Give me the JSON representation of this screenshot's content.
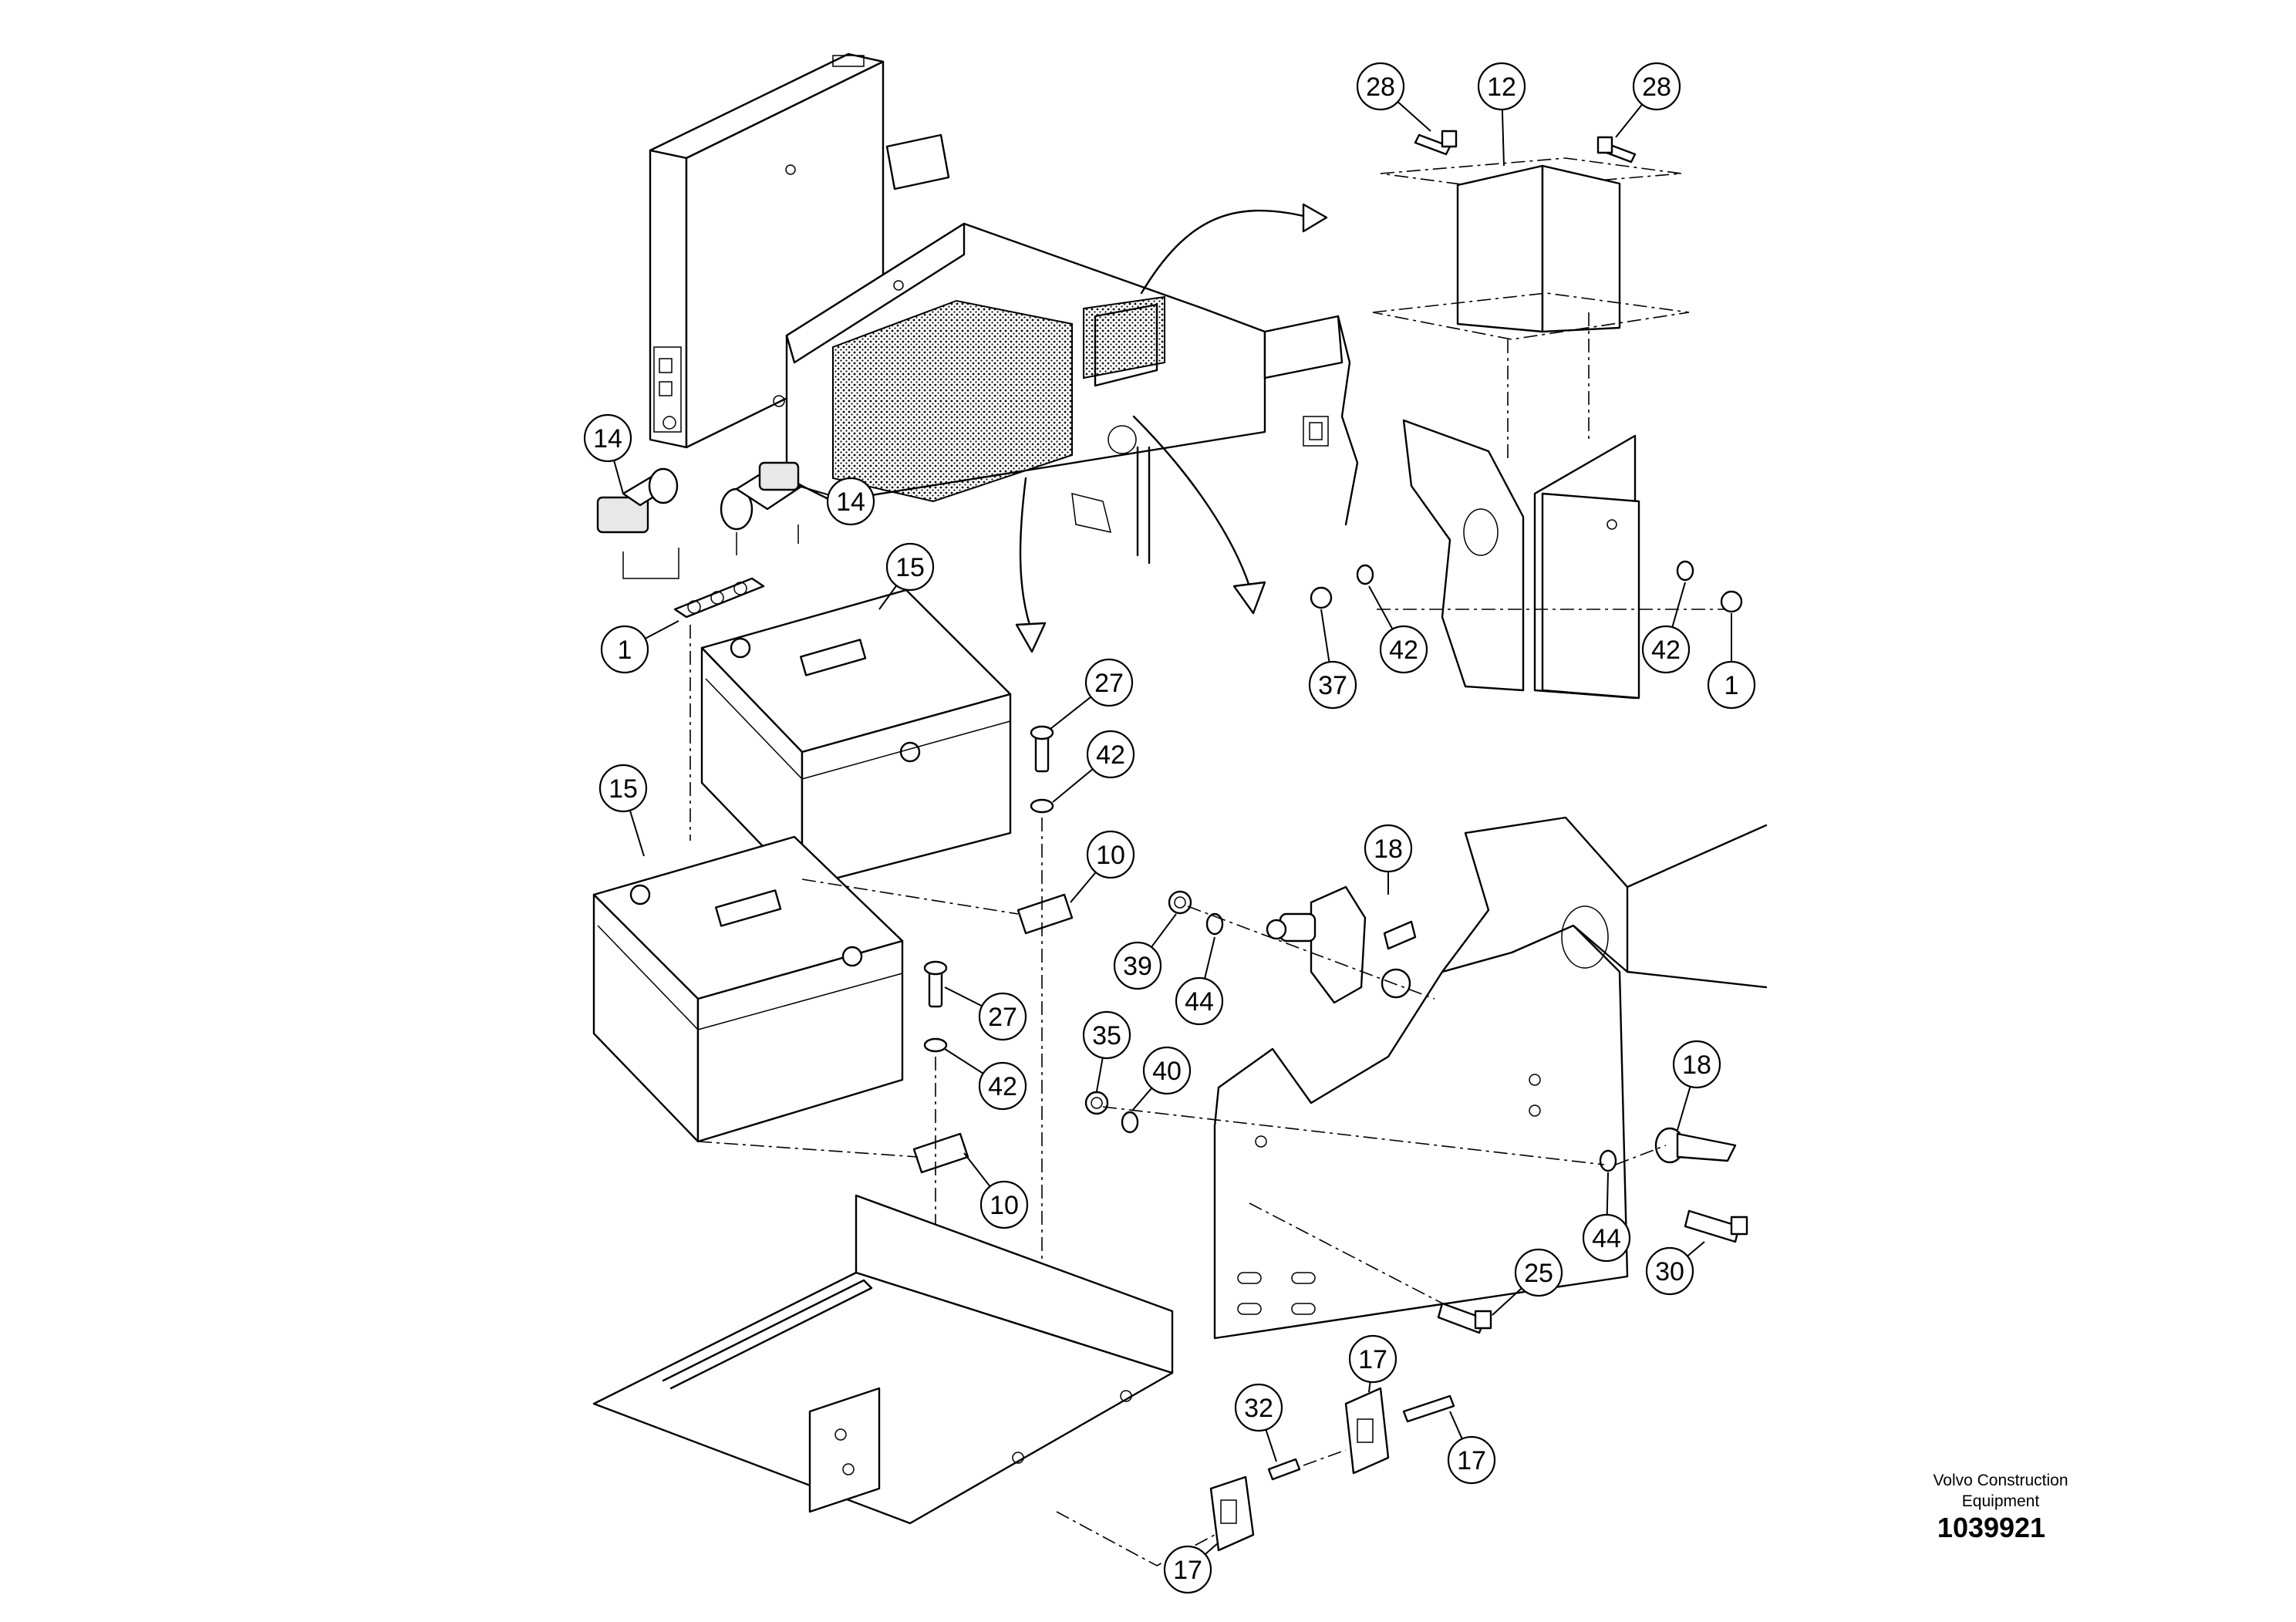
{
  "publisher": {
    "line1": "Volvo Construction",
    "line2": "Equipment"
  },
  "illustration_number": "1039921",
  "callouts": [
    {
      "id": "c28a",
      "label": "28"
    },
    {
      "id": "c12",
      "label": "12"
    },
    {
      "id": "c28b",
      "label": "28"
    },
    {
      "id": "c14a",
      "label": "14"
    },
    {
      "id": "c14b",
      "label": "14"
    },
    {
      "id": "c15a",
      "label": "15"
    },
    {
      "id": "c1a",
      "label": "1"
    },
    {
      "id": "c37",
      "label": "37"
    },
    {
      "id": "c42a",
      "label": "42"
    },
    {
      "id": "c42b",
      "label": "42"
    },
    {
      "id": "c1b",
      "label": "1"
    },
    {
      "id": "c27a",
      "label": "27"
    },
    {
      "id": "c42c",
      "label": "42"
    },
    {
      "id": "c15b",
      "label": "15"
    },
    {
      "id": "c10a",
      "label": "10"
    },
    {
      "id": "c18a",
      "label": "18"
    },
    {
      "id": "c39",
      "label": "39"
    },
    {
      "id": "c44a",
      "label": "44"
    },
    {
      "id": "c27b",
      "label": "27"
    },
    {
      "id": "c42d",
      "label": "42"
    },
    {
      "id": "c35",
      "label": "35"
    },
    {
      "id": "c40",
      "label": "40"
    },
    {
      "id": "c18b",
      "label": "18"
    },
    {
      "id": "c10b",
      "label": "10"
    },
    {
      "id": "c44b",
      "label": "44"
    },
    {
      "id": "c30",
      "label": "30"
    },
    {
      "id": "c25",
      "label": "25"
    },
    {
      "id": "c17a",
      "label": "17"
    },
    {
      "id": "c32",
      "label": "32"
    },
    {
      "id": "c17b",
      "label": "17"
    },
    {
      "id": "c17c",
      "label": "17"
    }
  ]
}
